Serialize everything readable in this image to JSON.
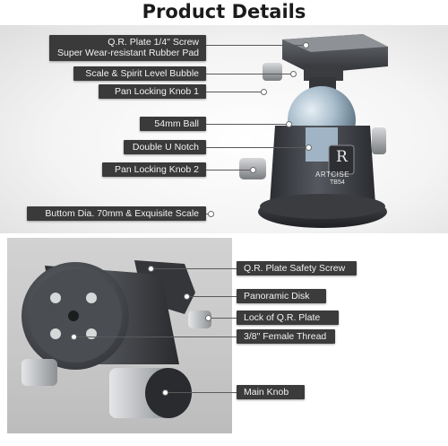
{
  "header": {
    "title": "Product Details"
  },
  "top_labels": [
    {
      "lines": [
        "Q.R. Plate 1/4\" Screw",
        "Super Wear-resistant Rubber Pad"
      ]
    },
    {
      "lines": [
        "Scale & Spirit Level Bubble"
      ]
    },
    {
      "lines": [
        "Pan Locking Knob 1"
      ]
    },
    {
      "lines": [
        "54mm Ball"
      ]
    },
    {
      "lines": [
        "Double U Notch"
      ]
    },
    {
      "lines": [
        "Pan Locking Knob 2"
      ]
    },
    {
      "lines": [
        "Buttom Dia. 70mm & Exquisite Scale"
      ]
    }
  ],
  "bottom_labels": [
    {
      "text": "Q.R. Plate Safety Screw"
    },
    {
      "text": "Panoramic Disk"
    },
    {
      "text": "Lock of Q.R. Plate"
    },
    {
      "text": "3/8\" Female Thread"
    },
    {
      "text": "Main Knob"
    }
  ],
  "product": {
    "brand": "ARTCISE",
    "model": "TB54",
    "logo_glyph": "R"
  },
  "icons": [
    "ball-head-image",
    "ball-head-bottom-image"
  ],
  "colors": {
    "label_bg": "#3a3a3a",
    "label_text": "#f2f2f2",
    "ball": "#9fb6c8",
    "body": "#3c3f44"
  }
}
